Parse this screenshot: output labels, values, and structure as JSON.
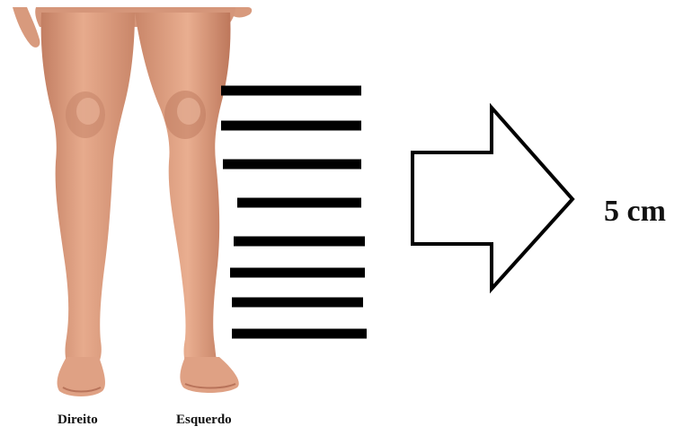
{
  "labels": {
    "right_leg": "Direito",
    "left_leg": "Esquerdo"
  },
  "measurement": {
    "value": "5 cm"
  },
  "figure": {
    "marker_line_count": 8,
    "icons": [
      "legs-illustration",
      "right-arrow-icon"
    ]
  },
  "colors": {
    "skin": "#d99a7c",
    "skin_shadow": "#b9745a",
    "skin_highlight": "#ebb79c",
    "lines": "#000000",
    "arrow_stroke": "#000000",
    "arrow_fill": "#ffffff"
  }
}
